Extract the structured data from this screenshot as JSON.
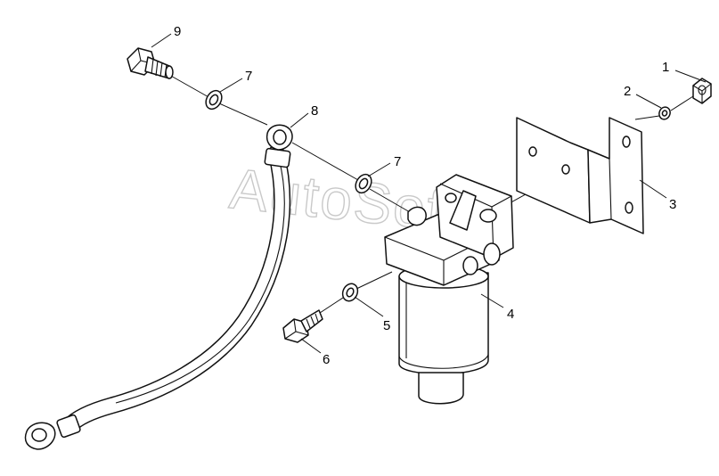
{
  "watermark": "AutoSoft",
  "callouts": {
    "c1": "1",
    "c2": "2",
    "c3": "3",
    "c4": "4",
    "c5": "5",
    "c6": "6",
    "c7a": "7",
    "c7b": "7",
    "c8": "8",
    "c9": "9"
  }
}
